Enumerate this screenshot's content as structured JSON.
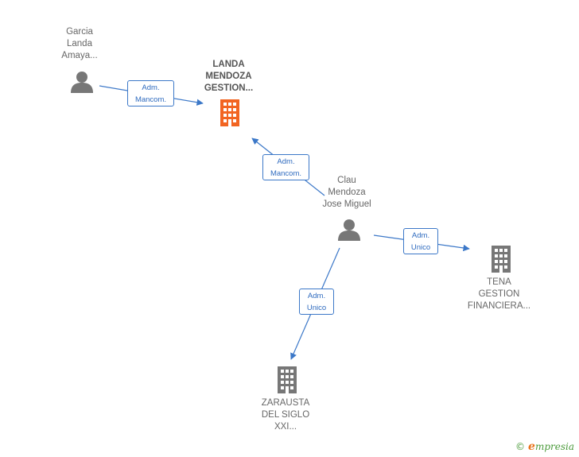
{
  "nodes": {
    "person_garcia": {
      "line1": "Garcia",
      "line2": "Landa",
      "line3": "Amaya..."
    },
    "company_landa": {
      "line1": "LANDA",
      "line2": "MENDOZA",
      "line3": "GESTION...",
      "color": "#f26522"
    },
    "person_clau": {
      "line1": "Clau",
      "line2": "Mendoza",
      "line3": "Jose Miguel"
    },
    "company_tena": {
      "line1": "TENA",
      "line2": "GESTION",
      "line3": "FINANCIERA...",
      "color": "#777777"
    },
    "company_zarausta": {
      "line1": "ZARAUSTA",
      "line2": "DEL SIGLO",
      "line3": "XXI...",
      "color": "#777777"
    }
  },
  "edges": {
    "garcia_landa": {
      "line1": "Adm.",
      "line2": "Mancom."
    },
    "clau_landa": {
      "line1": "Adm.",
      "line2": "Mancom."
    },
    "clau_tena": {
      "line1": "Adm.",
      "line2": "Unico"
    },
    "clau_zarausta": {
      "line1": "Adm.",
      "line2": "Unico"
    }
  },
  "colors": {
    "edge": "#3c78c8",
    "person_icon": "#777777"
  },
  "watermark": {
    "symbol": "©",
    "brand_initial": "e",
    "brand_rest": "mpresia"
  }
}
